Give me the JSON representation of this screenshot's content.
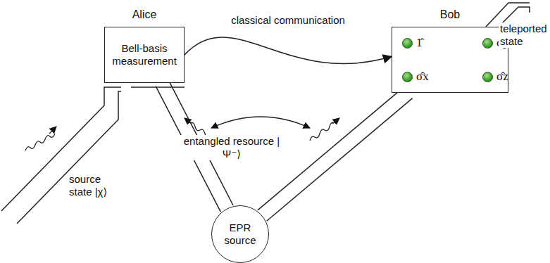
{
  "diagram": {
    "nodes": [
      {
        "text": [
          "Alice",
          "Bell-basis measurement"
        ]
      },
      {
        "text": [
          "Bob",
          "1̂",
          "σ̂y",
          "σ̂x",
          "σ̂z"
        ]
      },
      {
        "text": [
          "EPR source"
        ]
      }
    ],
    "edges": [
      {
        "from": 0,
        "to": 1,
        "label": "classical communication",
        "arrow": "to"
      },
      {
        "from": 2,
        "to": 0,
        "arrow": "none"
      },
      {
        "from": 2,
        "to": 1,
        "arrow": "none"
      }
    ],
    "labels": [
      "source state |χ⟩",
      "entangled resource |Ψ⁻⟩",
      "teleported state"
    ]
  }
}
